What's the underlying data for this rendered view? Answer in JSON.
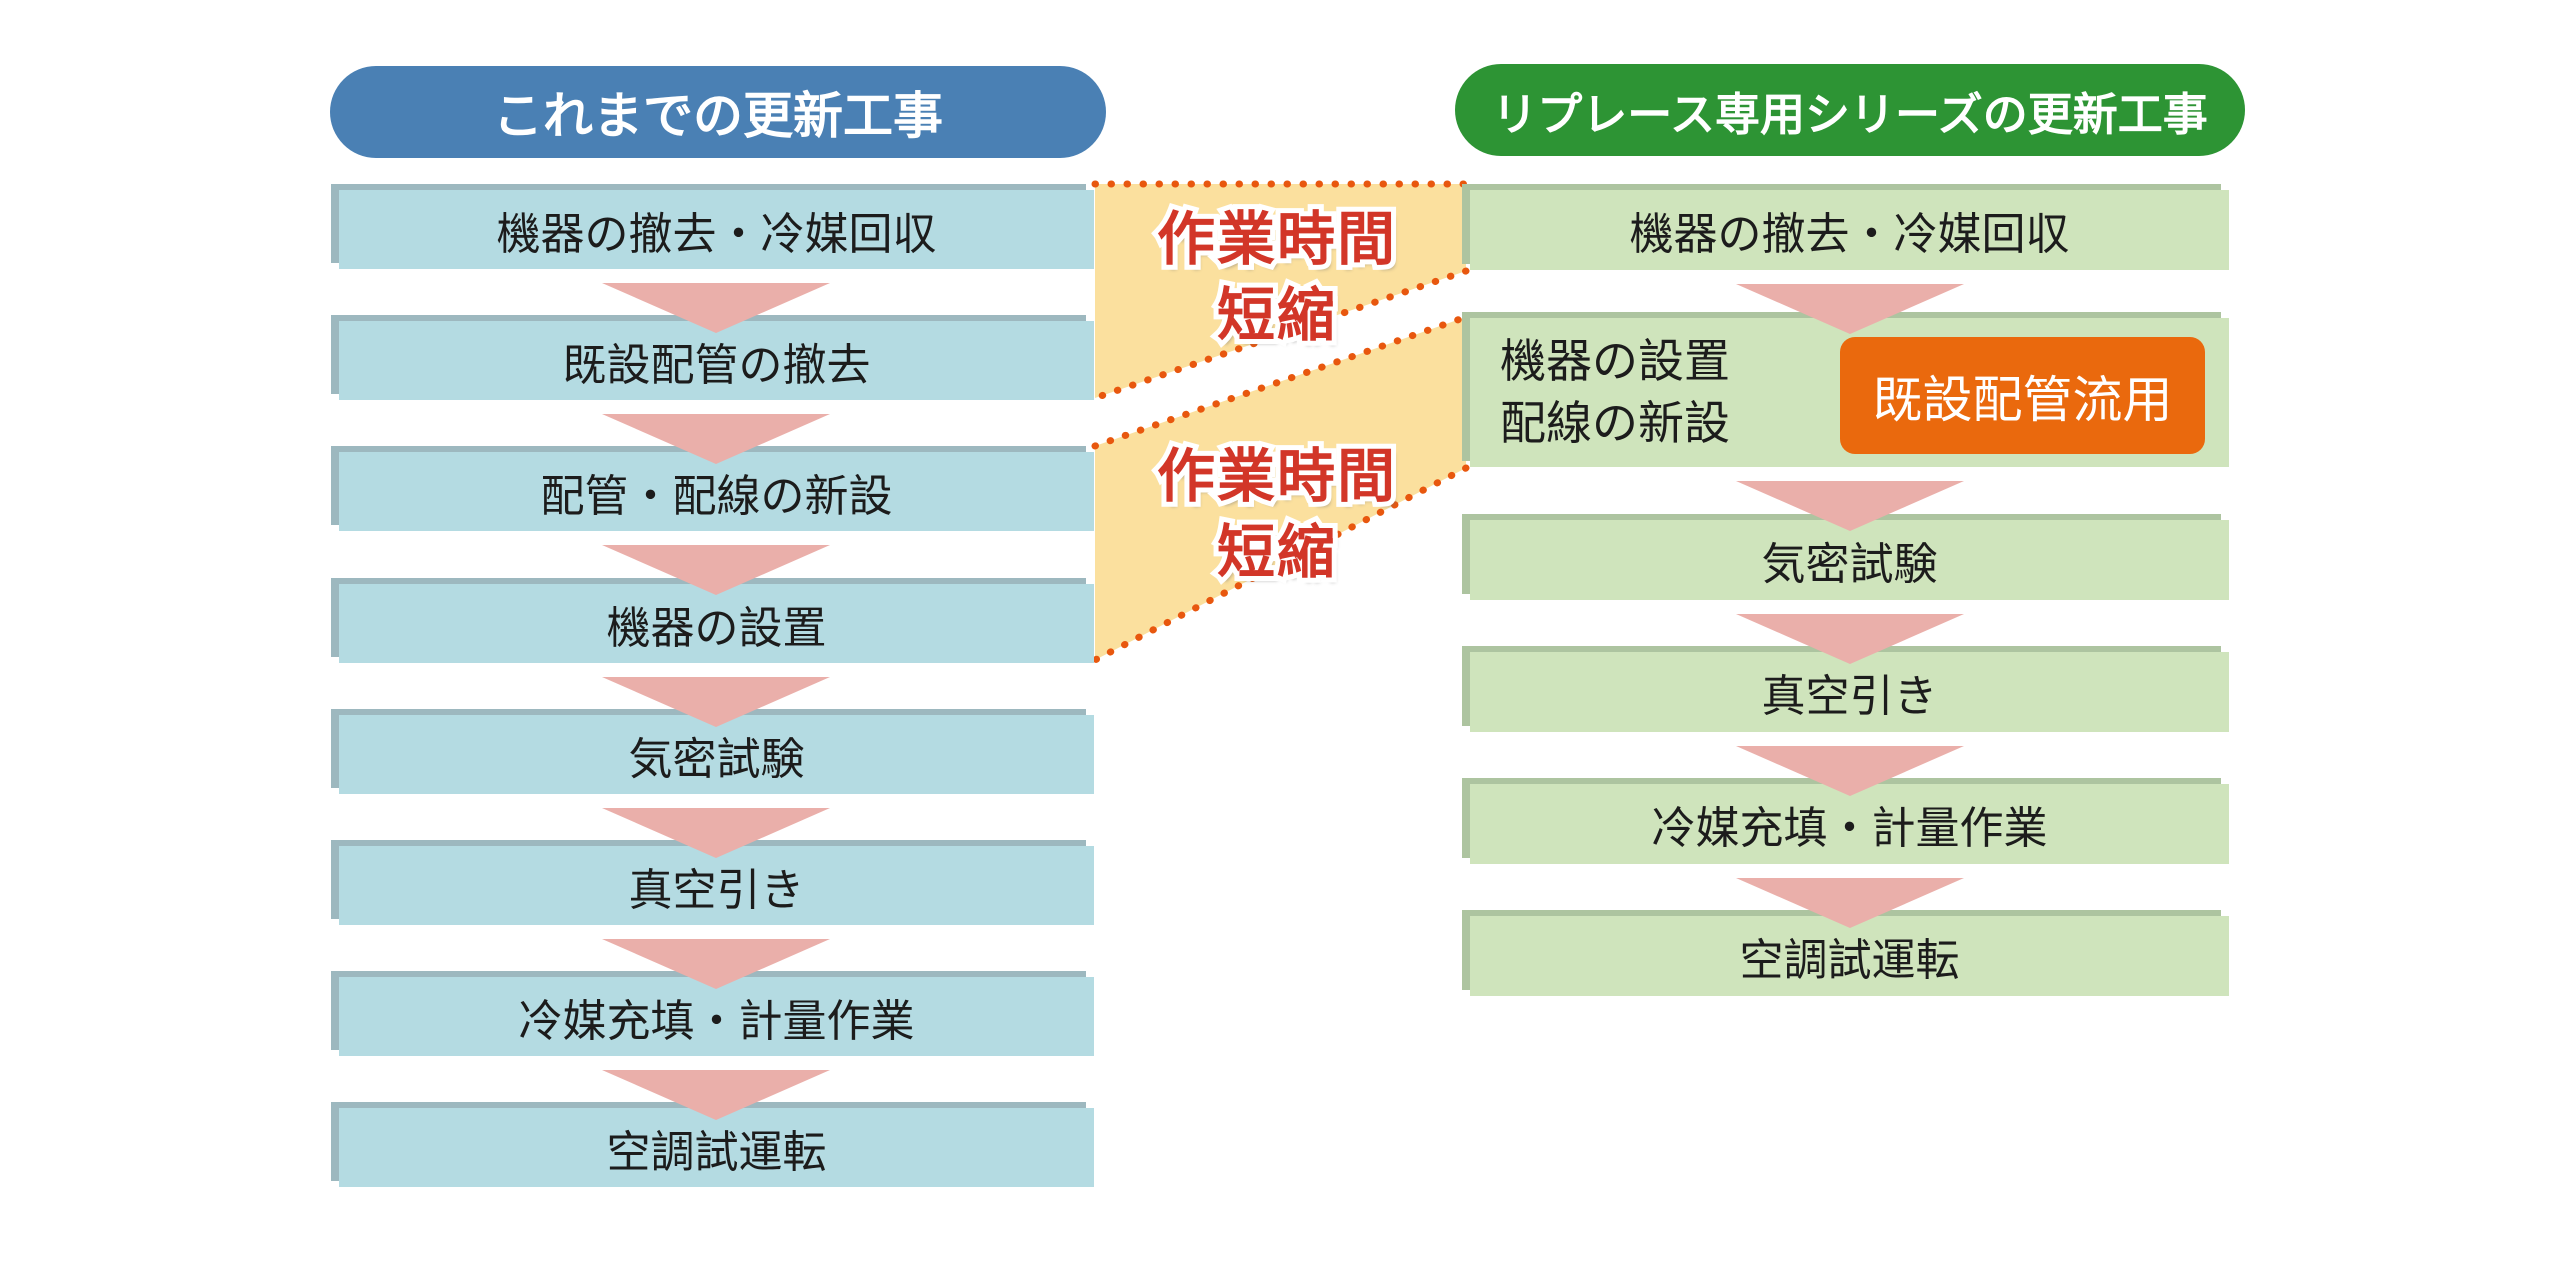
{
  "left_flow": {
    "title": "これまでの更新工事",
    "steps": [
      "機器の撤去・冷媒回収",
      "既設配管の撤去",
      "配管・配線の新設",
      "機器の設置",
      "気密試験",
      "真空引き",
      "冷媒充填・計量作業",
      "空調試運転"
    ]
  },
  "right_flow": {
    "title": "リプレース専用シリーズの更新工事",
    "steps": [
      {
        "label": "機器の撤去・冷媒回収"
      },
      {
        "line1": "機器の設置",
        "line2": "配線の新設",
        "badge": "既設配管流用"
      },
      {
        "label": "気密試験"
      },
      {
        "label": "真空引き"
      },
      {
        "label": "冷媒充填・計量作業"
      },
      {
        "label": "空調試運転"
      }
    ]
  },
  "highlights": [
    {
      "line1": "作業時間",
      "line2": "短縮"
    },
    {
      "line1": "作業時間",
      "line2": "短縮"
    }
  ],
  "colors": {
    "left_title_bg": "#4a80b4",
    "right_title_bg": "#2d9434",
    "left_box": "#b4dbe2",
    "left_box_shadow": "#9db8bf",
    "right_box": "#cfe4bc",
    "right_box_shadow": "#adc4a0",
    "arrow": "#eaafaa",
    "highlight_fill": "#fbe09e",
    "highlight_border": "#e8570e",
    "highlight_text": "#d23628",
    "badge_bg": "#ea690d",
    "badge_text": "#ffffff",
    "step_text": "#1c1c1c"
  }
}
